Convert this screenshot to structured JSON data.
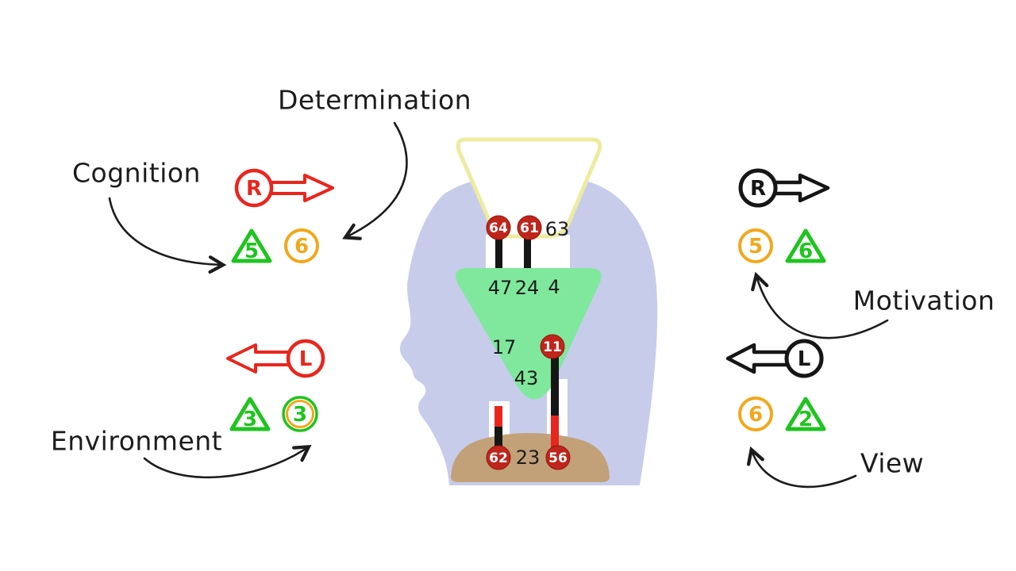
{
  "colors": {
    "red": "#e8261d",
    "badge-red": "#c0251c",
    "green": "#1fc41f",
    "orange": "#f2a71b",
    "dark": "#161616",
    "ink": "#1c1c1c",
    "head": "#c7cceb",
    "funnel": "#ececa0",
    "mid": "#7fe89d",
    "base": "#c2a179",
    "ring": "#9ec33b"
  },
  "annotations": {
    "determination": "Determination",
    "cognition": "Cognition",
    "environment": "Environment",
    "motivation": "Motivation",
    "view": "View"
  },
  "left_top": {
    "direction": "R",
    "triangle": "5",
    "circle": "6"
  },
  "left_bottom": {
    "direction": "L",
    "triangle": "3",
    "circle": "3"
  },
  "right_top": {
    "direction": "R",
    "circle": "5",
    "triangle": "6"
  },
  "right_bottom": {
    "direction": "L",
    "circle": "6",
    "triangle": "2"
  },
  "head_values": {
    "funnel_badge_1": "64",
    "funnel_badge_2": "61",
    "funnel_plain": "63",
    "mid_row1_1": "47",
    "mid_row1_2": "24",
    "mid_row1_3": "4",
    "mid_row2_1": "17",
    "mid_badge": "11",
    "mid_row3": "43",
    "base_badge_1": "62",
    "base_plain": "23",
    "base_badge_2": "56"
  }
}
